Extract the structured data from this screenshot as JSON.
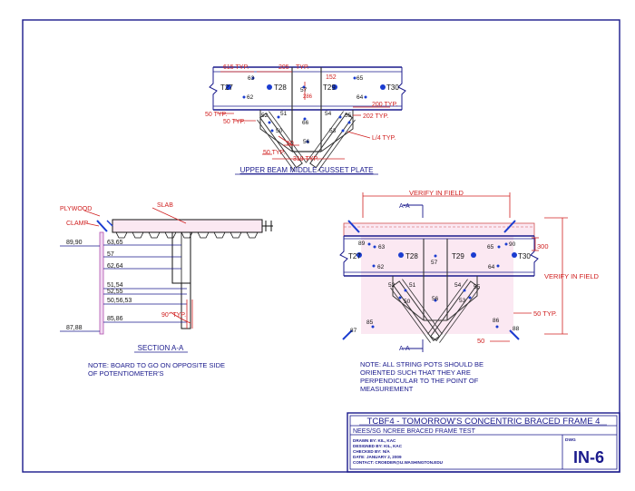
{
  "colors": {
    "border": "#1a1a8c",
    "dimension": "#d02020",
    "beam": "#1a1a8c",
    "gusset": "#3a3a3a",
    "plywood_fill": "#f1d8f1",
    "slab_fill": "#fbe8f2",
    "sensor_point": "#1a3cd0",
    "dark": "#111111"
  },
  "upper_gusset_view": {
    "title": "UPPER BEAM MIDDLE GUSSET PLATE",
    "dims": [
      "615 TYP.",
      "205",
      "TYP.",
      "152",
      "50 TYP.",
      "50 TYP.",
      "200 TYP.",
      "202 TYP.",
      "L/4 TYP.",
      "50",
      "50 TYP.",
      "319 TYP.",
      "286"
    ],
    "targets": [
      "T27",
      "T28",
      "T29",
      "T30"
    ],
    "points": [
      "63",
      "57",
      "65",
      "62",
      "64",
      "52",
      "51",
      "50",
      "66",
      "56",
      "54",
      "55",
      "53"
    ]
  },
  "section_view": {
    "title": "SECTION A-A",
    "labels": [
      "PLYWOOD",
      "CLAMP",
      "SLAB"
    ],
    "dims": [
      "89,90",
      "63,65",
      "57",
      "62,64",
      "51,54",
      "52,55",
      "50,56,53",
      "87,88",
      "85,86",
      "90° TYP."
    ],
    "note": [
      "NOTE: BOARD TO GO ON OPPOSITE SIDE",
      "OF POTENTIOMETER'S"
    ]
  },
  "frame_view": {
    "verify_top": "VERIFY IN FIELD",
    "verify_right": "VERIFY IN FIELD",
    "section_marks": [
      "A-A",
      "A-A"
    ],
    "dims": [
      "300",
      "50 TYP.",
      "50"
    ],
    "targets": [
      "T27",
      "T28",
      "T29",
      "T30"
    ],
    "points": [
      "89",
      "63",
      "65",
      "90",
      "62",
      "57",
      "64",
      "52",
      "51",
      "50",
      "56",
      "54",
      "55",
      "53",
      "87",
      "85",
      "86",
      "88"
    ],
    "note": [
      "NOTE: ALL STRING POTS SHOULD BE",
      "ORIENTED SUCH THAT THEY ARE",
      "PERPENDICULAR TO THE POINT OF",
      "MEASUREMENT"
    ]
  },
  "title_block": {
    "title": "TCBF4 - TOMORROW'S CONCENTRIC BRACED FRAME 4",
    "subtitle": "NEES/SG NCREE BRACED FRAME TEST",
    "info": [
      "DRAWN BY: KIL, KAC",
      "DESIGNED BY: KIL, KAC",
      "CHECKED BY: N/A",
      "DATE: JANUARY 2, 2009",
      "CONTACT: CROEDER@U.WASHINGTON.EDU"
    ],
    "dwg_label": "DWG",
    "dwg_number": "IN-6"
  }
}
